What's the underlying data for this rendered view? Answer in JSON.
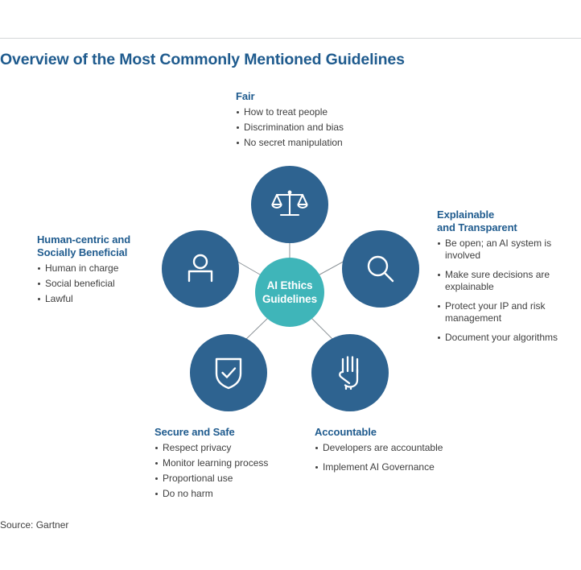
{
  "page": {
    "title": "Overview of the Most Commonly Mentioned Guidelines",
    "source": "Source: Gartner"
  },
  "colors": {
    "title_blue": "#1f5b8e",
    "node_blue": "#2e6390",
    "hub_teal": "#3fb5b9",
    "body_text": "#3f3f3f",
    "rule_gray": "#d4d6d8",
    "connector_gray": "#8d9499",
    "icon_white": "#ffffff"
  },
  "diagram": {
    "type": "hub-and-spoke",
    "hub": {
      "label_line1": "AI Ethics",
      "label_line2": "Guidelines",
      "label": "AI Ethics Guidelines"
    },
    "nodes": [
      {
        "key": "fair",
        "icon": "scales-of-justice-icon",
        "heading": "Fair",
        "bullets": [
          "How to treat people",
          "Discrimination and bias",
          "No secret manipulation"
        ]
      },
      {
        "key": "explainable",
        "icon": "magnifying-glass-icon",
        "heading_line1": "Explainable",
        "heading_line2": "and Transparent",
        "heading": "Explainable and Transparent",
        "bullets": [
          "Be open; an AI system is involved",
          "Make sure decisions are explainable",
          "Protect your IP and risk management",
          "Document your algorithms"
        ]
      },
      {
        "key": "human",
        "icon": "person-icon",
        "heading_line1": "Human-centric and",
        "heading_line2": "Socially Beneficial",
        "heading": "Human-centric and Socially Beneficial",
        "bullets": [
          "Human in charge",
          "Social beneficial",
          "Lawful"
        ]
      },
      {
        "key": "secure",
        "icon": "shield-check-icon",
        "heading": "Secure and Safe",
        "bullets": [
          "Respect privacy",
          "Monitor learning process",
          "Proportional use",
          "Do no harm"
        ]
      },
      {
        "key": "accountable",
        "icon": "raised-hand-icon",
        "heading": "Accountable",
        "bullets": [
          "Developers are accountable",
          "Implement AI Governance"
        ]
      }
    ]
  }
}
